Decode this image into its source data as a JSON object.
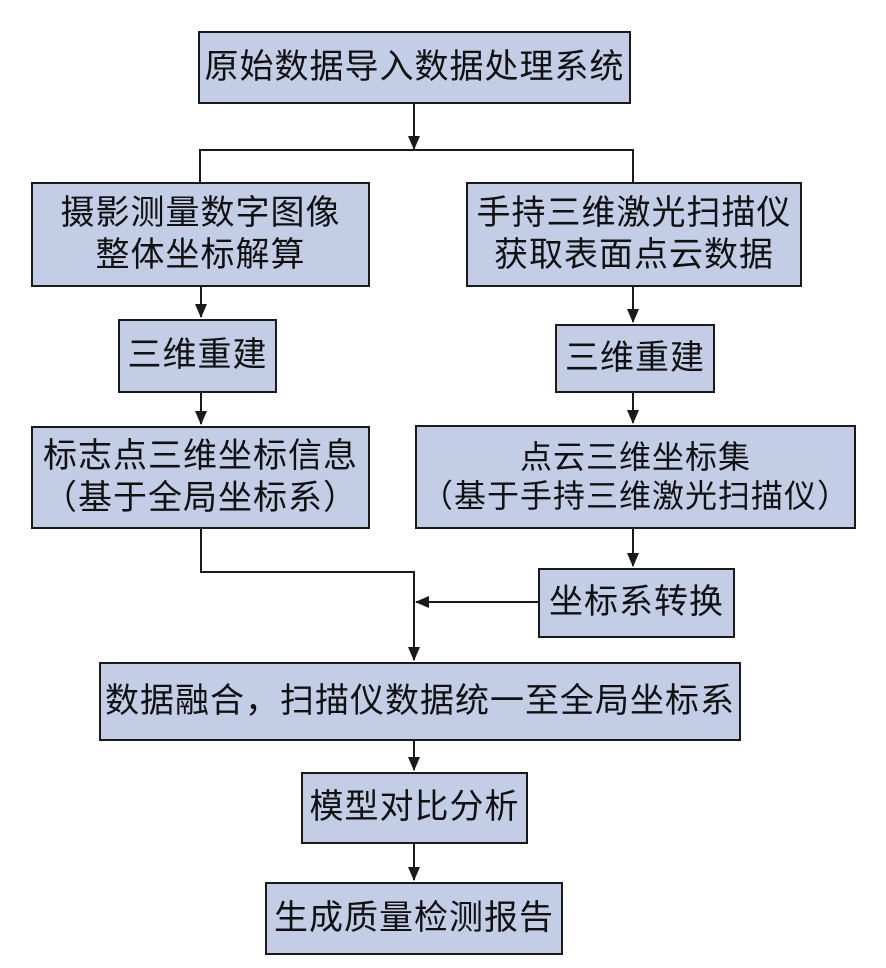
{
  "colors": {
    "box_fill": "#c3cde6",
    "box_border": "#1a1a1a",
    "connector": "#1a1a1a",
    "text": "#111111"
  },
  "nodes": {
    "import": {
      "line1": "原始数据导入数据处理系统"
    },
    "photo_solve": {
      "line1": "摄影测量数字图像",
      "line2": "整体坐标解算"
    },
    "scanner_acquire": {
      "line1": "手持三维激光扫描仪",
      "line2": "获取表面点云数据"
    },
    "recon_left": {
      "line1": "三维重建"
    },
    "recon_right": {
      "line1": "三维重建"
    },
    "marker_coords": {
      "line1": "标志点三维坐标信息",
      "line2": "（基于全局坐标系）"
    },
    "cloud_coords": {
      "line1": "点云三维坐标集",
      "line2": "（基于手持三维激光扫描仪）"
    },
    "transform": {
      "line1": "坐标系转换"
    },
    "fusion": {
      "line1": "数据融合，扫描仪数据统一至全局坐标系"
    },
    "model_compare": {
      "line1": "模型对比分析"
    },
    "report": {
      "line1": "生成质量检测报告"
    }
  }
}
